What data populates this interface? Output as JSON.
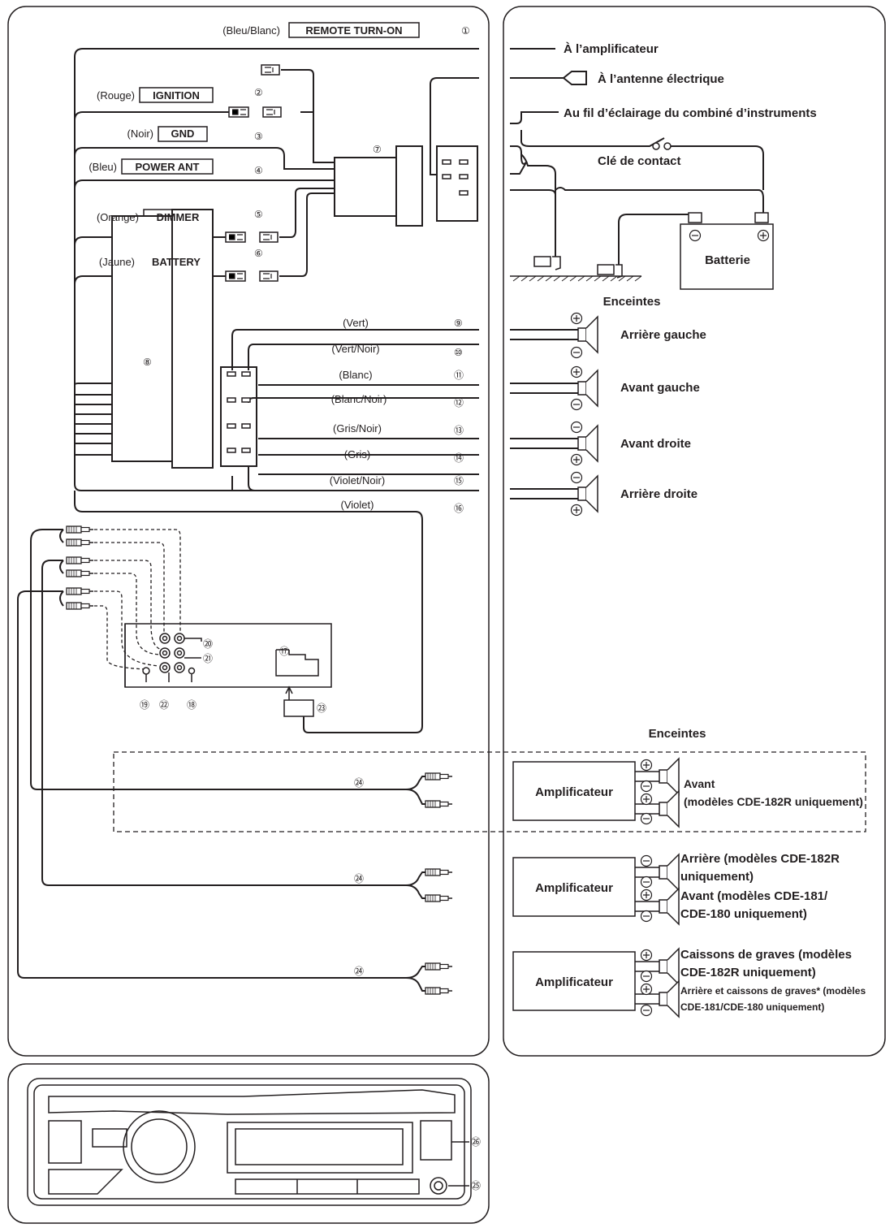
{
  "left_panel": {
    "wires": [
      {
        "num": "①",
        "color": "(Bleu/Blanc)",
        "label": "REMOTE TURN-ON"
      },
      {
        "num": "②",
        "color": "(Rouge)",
        "label": "IGNITION"
      },
      {
        "num": "③",
        "color": "(Noir)",
        "label": "GND"
      },
      {
        "num": "④",
        "color": "(Bleu)",
        "label": "POWER ANT"
      },
      {
        "num": "⑤",
        "color": "(Orange)",
        "label": "DIMMER"
      },
      {
        "num": "⑥",
        "color": "(Jaune)",
        "label": "BATTERY"
      }
    ],
    "connector_7": "⑦",
    "connector_8": "⑧",
    "speaker_wires": [
      {
        "num": "⑨",
        "color": "(Vert)"
      },
      {
        "num": "⑩",
        "color": "(Vert/Noir)"
      },
      {
        "num": "⑪",
        "color": "(Blanc)"
      },
      {
        "num": "⑫",
        "color": "(Blanc/Noir)"
      },
      {
        "num": "⑬",
        "color": "(Gris/Noir)"
      },
      {
        "num": "⑭",
        "color": "(Gris)"
      },
      {
        "num": "⑮",
        "color": "(Violet/Noir)"
      },
      {
        "num": "⑯",
        "color": "(Violet)"
      }
    ],
    "rear_labels": {
      "n17": "⑰",
      "n18": "⑱",
      "n19": "⑲",
      "n20": "⑳",
      "n21": "㉑",
      "n22": "㉒",
      "n23": "㉓"
    },
    "rca_num": "㉔"
  },
  "right_panel": {
    "to_amp": "À l’amplificateur",
    "to_antenna": "À l’antenne électrique",
    "to_dash": "Au fil d’éclairage du combiné d’instruments",
    "ignition_key": "Clé de contact",
    "battery": "Batterie",
    "speakers_title": "Enceintes",
    "speakers": [
      "Arrière gauche",
      "Avant gauche",
      "Avant droite",
      "Arrière droite"
    ],
    "speakers_title_2": "Enceintes",
    "amp_label": "Amplificateur",
    "amp1_front": "Avant",
    "amp1_note": "(modèles CDE-182R uniquement)",
    "amp2_line1": "Arrière (modèles CDE-182R",
    "amp2_line2": "uniquement)",
    "amp2_line3": "Avant (modèles CDE-181/",
    "amp2_line4": "CDE-180 uniquement)",
    "amp3_line1": "Caissons de graves (modèles",
    "amp3_line2": "CDE-182R uniquement)",
    "amp3_line3": "Arrière et caissons de graves* (modèles",
    "amp3_line4": "CDE-181/CDE-180 uniquement)"
  },
  "front_unit": {
    "n25": "㉕",
    "n26": "㉖"
  }
}
